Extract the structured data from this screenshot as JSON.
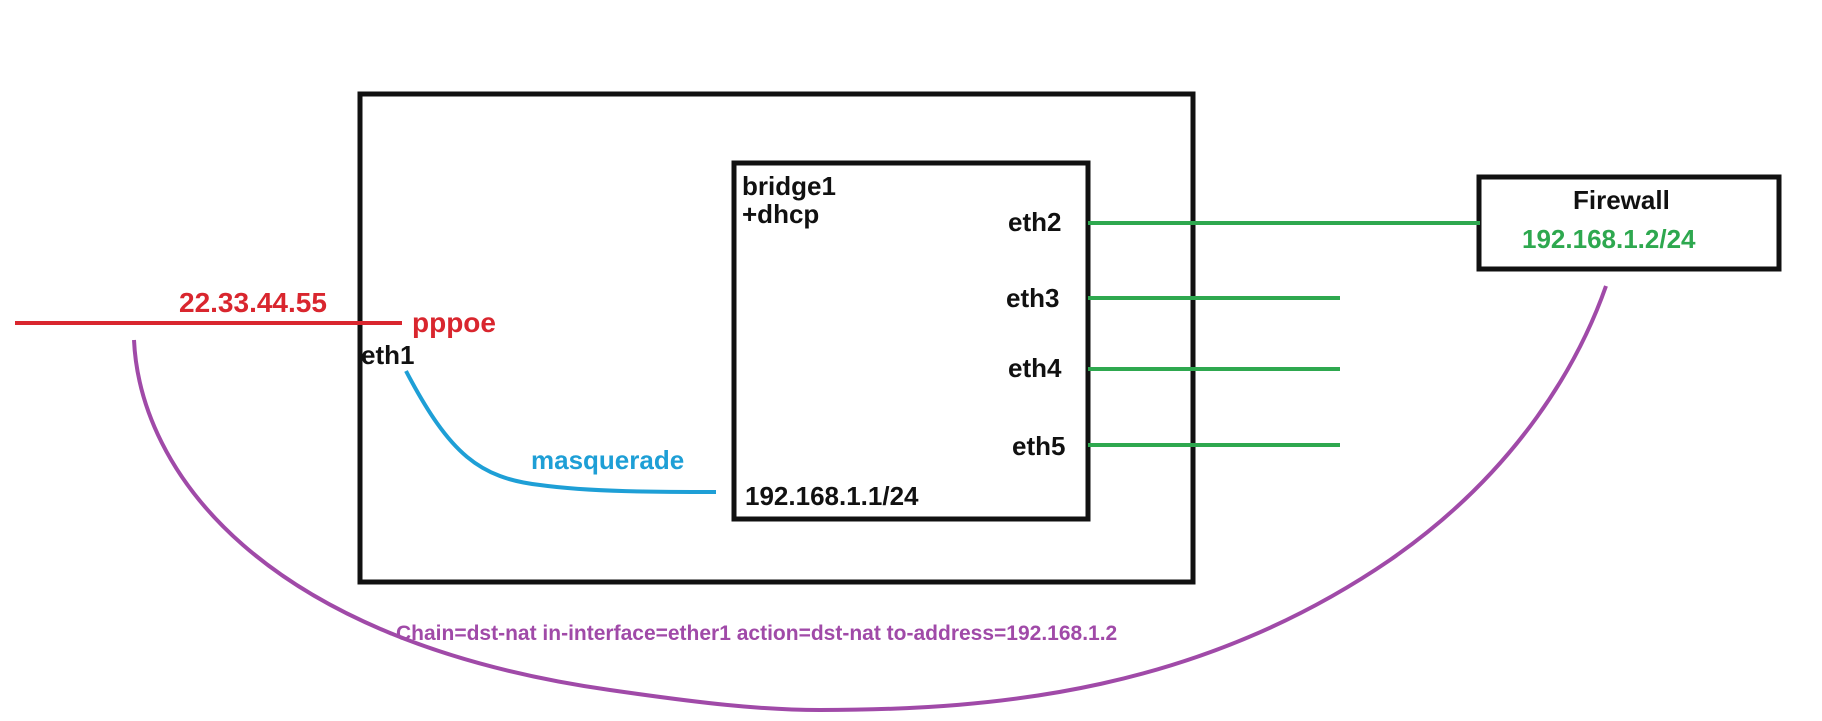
{
  "colors": {
    "ink": "#111111",
    "wan": "#d9262e",
    "lan": "#2ea84f",
    "nat": "#1e9fd6",
    "dstnat": "#a04aa8"
  },
  "wan": {
    "ip": "22.33.44.55",
    "protocol": "pppoe",
    "interface": "eth1"
  },
  "bridge": {
    "name": "bridge1",
    "service": "+dhcp",
    "address": "192.168.1.1/24"
  },
  "masquerade": {
    "label": "masquerade"
  },
  "ports": [
    {
      "label": "eth2"
    },
    {
      "label": "eth3"
    },
    {
      "label": "eth4"
    },
    {
      "label": "eth5"
    }
  ],
  "firewall": {
    "title": "Firewall",
    "address": "192.168.1.2/24"
  },
  "dstnat_rule": {
    "label": "Chain=dst-nat in-interface=ether1 action=dst-nat to-address=192.168.1.2"
  }
}
